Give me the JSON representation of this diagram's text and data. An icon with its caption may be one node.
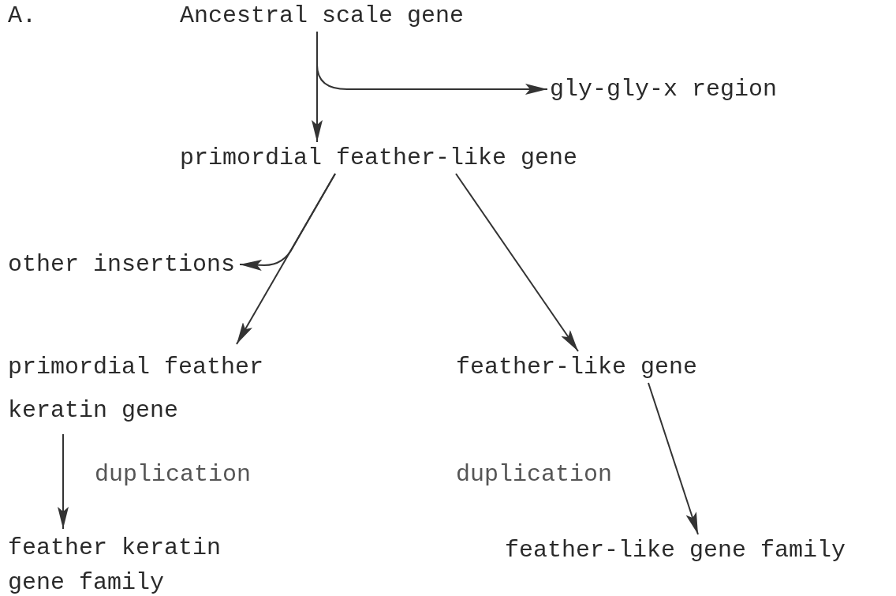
{
  "diagram": {
    "nodes": [
      {
        "text": [
          "Ancestral scale gene"
        ]
      },
      {
        "text": [
          "gly-gly-x region"
        ]
      },
      {
        "text": [
          "primordial feather-like gene"
        ]
      },
      {
        "text": [
          "other insertions"
        ]
      },
      {
        "text": [
          "primordial feather keratin gene"
        ]
      },
      {
        "text": [
          "feather-like gene"
        ]
      },
      {
        "text": [
          "feather keratin gene family"
        ]
      },
      {
        "text": [
          "feather-like gene family"
        ]
      }
    ],
    "edges": [
      {
        "from": 0,
        "to": 2,
        "arrow": "to"
      },
      {
        "from": 0,
        "to": 1,
        "arrow": "to"
      },
      {
        "from": 2,
        "to": 4,
        "arrow": "to"
      },
      {
        "from": 2,
        "to": 3,
        "arrow": "to"
      },
      {
        "from": 2,
        "to": 5,
        "arrow": "to"
      },
      {
        "from": 4,
        "to": 6,
        "arrow": "to",
        "label": "duplication"
      },
      {
        "from": 5,
        "to": 7,
        "arrow": "to",
        "label": "duplication"
      }
    ],
    "labels": [
      "A."
    ]
  }
}
